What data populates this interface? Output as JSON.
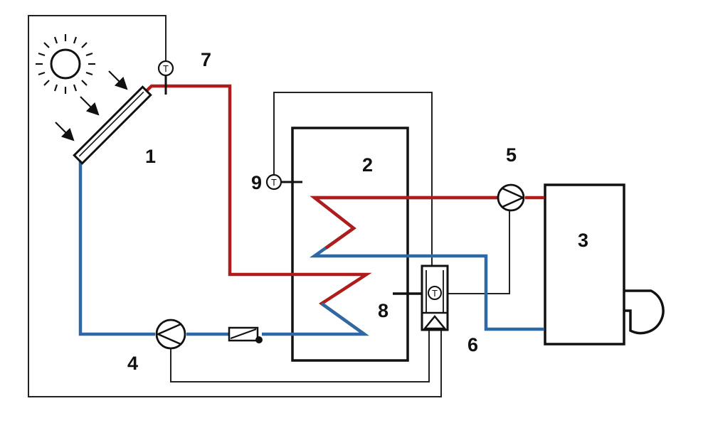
{
  "labels": {
    "collector": "1",
    "storage_tank": "2",
    "boiler": "3",
    "solar_pump": "4",
    "boiler_pump": "5",
    "controller": "6",
    "collector_sensor": "7",
    "tank_sensor": "8",
    "upper_tank_sensor": "9"
  },
  "sensor_symbol": "T",
  "colors": {
    "hot_pipe": "#b01c1c",
    "cold_pipe": "#2e68a5",
    "wire": "#222222",
    "outline": "#111111"
  },
  "icons": {
    "sun": "sun-icon",
    "radiation": "arrow-icon",
    "pump": "pump-icon",
    "sensor": "temperature-sensor-icon",
    "check_valve": "check-valve-icon",
    "burner": "burner-icon"
  }
}
